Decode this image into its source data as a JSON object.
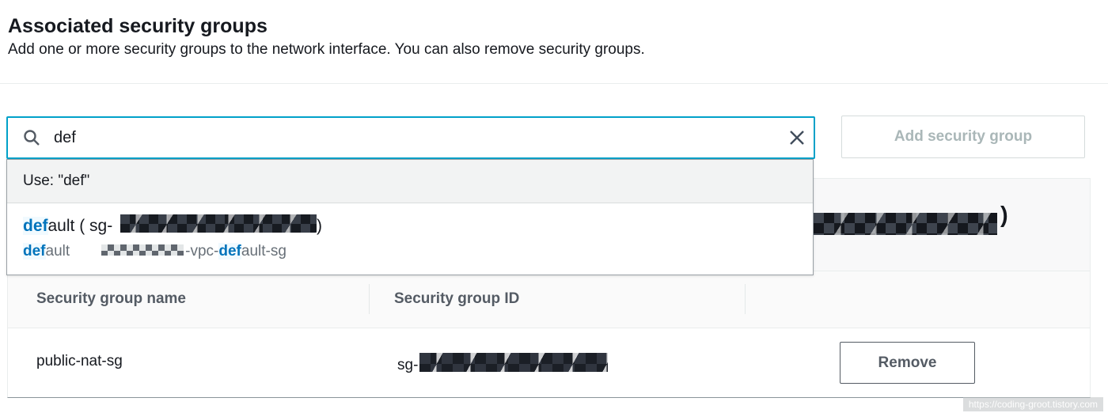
{
  "page": {
    "title": "Associated security groups",
    "description": "Add one or more security groups to the network interface. You can also remove security groups."
  },
  "search": {
    "value": "def",
    "icon": "magnifying-glass",
    "clear_icon": "x-cross"
  },
  "actions": {
    "add_button_label": "Add security group",
    "add_button_state": "disabled"
  },
  "autocomplete": {
    "use_option_label": "Use: \"def\"",
    "suggestion": {
      "line1": {
        "match": "def",
        "rest": "ault ( sg- ",
        "redacted_id": "[redacted]",
        "suffix": ")"
      },
      "line2": {
        "name_match": "def",
        "name_rest": "ault",
        "desc_redacted": "[redacted]",
        "desc_mid": "-vpc-",
        "desc_match": "def",
        "desc_rest": "ault-sg"
      }
    }
  },
  "selected_summary": {
    "redacted_text": "[redacted]",
    "visible_suffix": ")"
  },
  "table": {
    "columns": [
      "Security group name",
      "Security group ID"
    ],
    "rows": [
      {
        "name": "public-nat-sg",
        "id_prefix": "sg-",
        "id_redacted": "[redacted]",
        "action_label": "Remove"
      }
    ]
  },
  "watermark": "https://coding-groot.tistory.com",
  "colors": {
    "focus_border": "#00a1c9",
    "link_blue": "#0073bb",
    "highlight_bg": "#f1faff",
    "text_primary": "#16191f",
    "text_secondary": "#545b64",
    "text_muted": "#687078",
    "disabled_text": "#aab7b8",
    "border_light": "#eaeded",
    "use_row_bg": "#f2f3f3",
    "summary_bg": "#f8f8f9",
    "header_bg": "#fafafa"
  }
}
